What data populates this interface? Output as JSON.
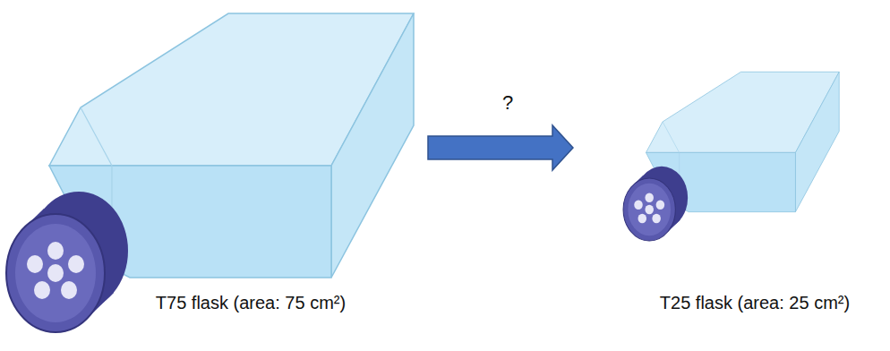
{
  "diagram": {
    "nodes": [
      {
        "text": [
          "T75 flask (area: 75 cm²)"
        ]
      },
      {
        "text": [
          "T25 flask (area: 25 cm²)"
        ]
      }
    ],
    "edges": [
      {
        "from": 0,
        "to": 1,
        "arrow": "to",
        "label": "?"
      }
    ]
  }
}
